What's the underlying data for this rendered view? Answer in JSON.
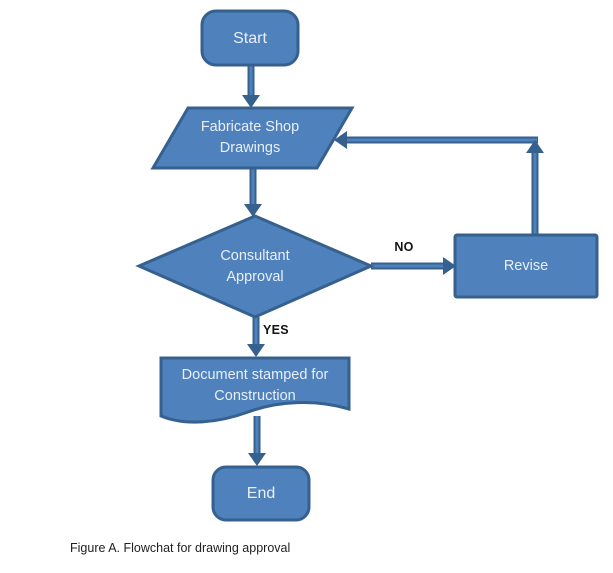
{
  "figure": {
    "caption": "Figure A. Flowchat for drawing approval"
  },
  "colors": {
    "background": "#ffffff",
    "node_fill": "#4f81bd",
    "node_border": "#36618e",
    "connector_core": "#4f81bd",
    "connector_outline": "#36618e",
    "arrowhead": "#36618e",
    "node_text": "#e9eff8",
    "edge_label_text": "#141414"
  },
  "nodes": {
    "start": {
      "label": "Start",
      "type": "terminator"
    },
    "fabricate": {
      "label": "Fabricate Shop Drawings",
      "type": "input-output"
    },
    "approval": {
      "label": "Consultant Approval",
      "type": "decision"
    },
    "revise": {
      "label": "Revise",
      "type": "process"
    },
    "document": {
      "label": "Document stamped for Construction",
      "type": "document"
    },
    "end": {
      "label": "End",
      "type": "terminator"
    }
  },
  "edge_labels": {
    "no": "NO",
    "yes": "YES"
  }
}
